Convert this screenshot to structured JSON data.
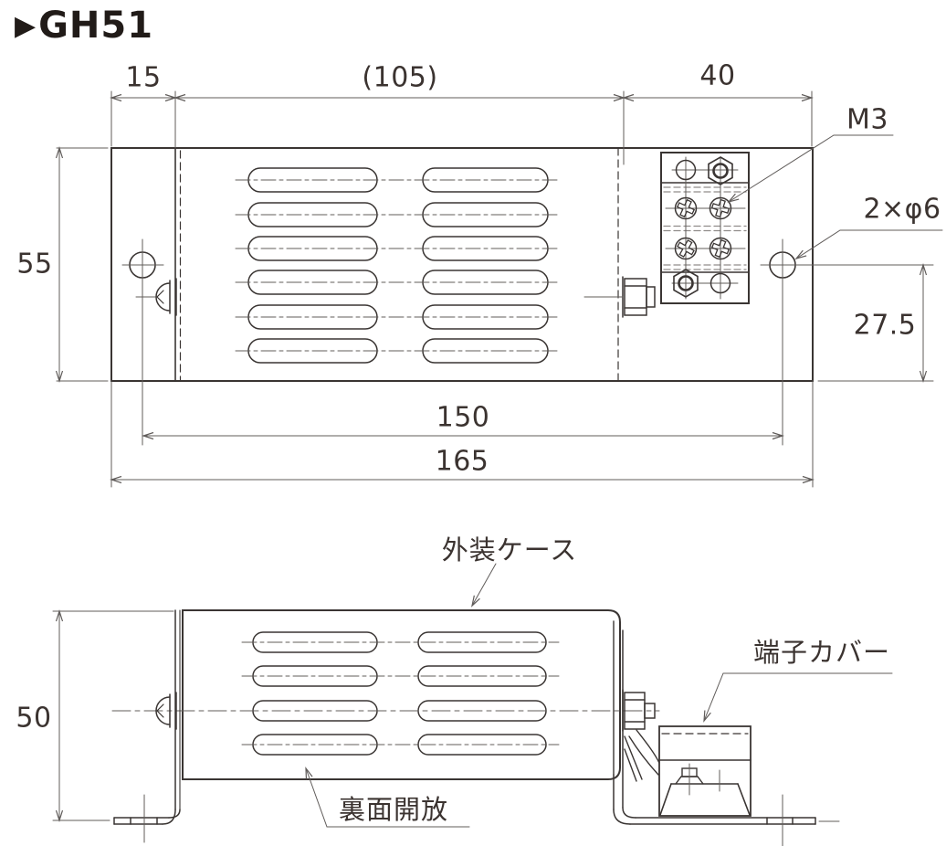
{
  "title": {
    "marker": "▶",
    "model": "GH51"
  },
  "top_view": {
    "dim_flange_width": "15",
    "dim_body_width": "(105)",
    "dim_terminal_width": "40",
    "dim_height": "55",
    "dim_hole_offset": "27.5",
    "dim_hole_pitch": "150",
    "dim_overall_width": "165",
    "note_terminal_screw": "M3",
    "note_mounting_holes": "2×φ6"
  },
  "side_view": {
    "dim_height": "50",
    "label_outer_case": "外装ケース",
    "label_terminal_cover": "端子カバー",
    "label_open_back": "裏面開放"
  },
  "colors": {
    "line": "#3a3533",
    "dim_line": "#605c5a",
    "text": "#3b3330"
  }
}
